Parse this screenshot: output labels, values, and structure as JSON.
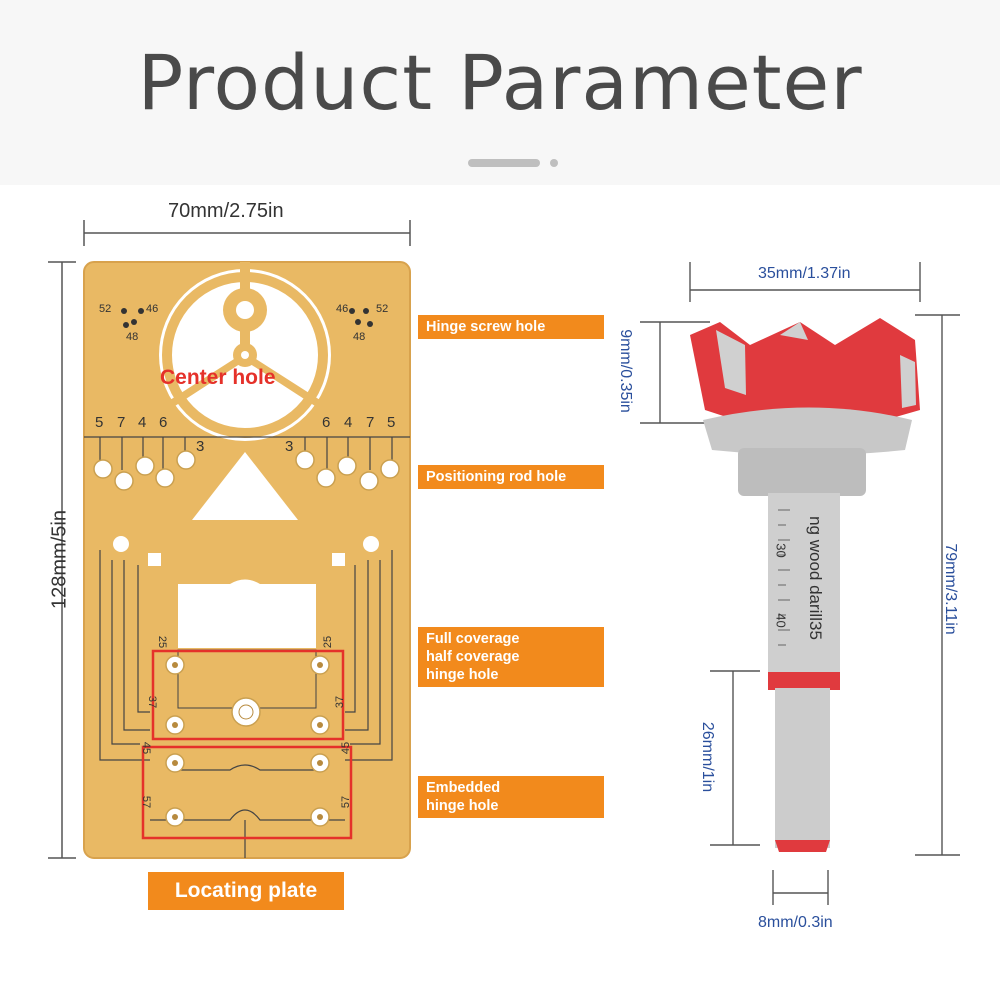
{
  "title": "Product Parameter",
  "plate": {
    "width_dim": "70mm/2.75in",
    "height_dim": "128mm/5in",
    "center_label": "Center hole",
    "caption": "Locating plate",
    "top_left_numbers": [
      "52",
      "46",
      "48"
    ],
    "top_right_numbers": [
      "46",
      "52",
      "48"
    ],
    "scale_left": [
      "5",
      "7",
      "4",
      "6",
      "3"
    ],
    "scale_right": [
      "3",
      "6",
      "4",
      "7",
      "5"
    ],
    "hole_marks": [
      "25",
      "25",
      "37",
      "37",
      "45",
      "45",
      "57",
      "57"
    ]
  },
  "callouts": {
    "hinge_screw": "Hinge screw hole",
    "positioning_rod": "Positioning rod hole",
    "full_coverage": [
      "Full coverage",
      "half coverage",
      "hinge hole"
    ],
    "embedded": [
      "Embedded",
      "hinge hole"
    ]
  },
  "bit": {
    "head_width": "35mm/1.37in",
    "cutter_height": "9mm/0.35in",
    "total_length": "79mm/3.11in",
    "shank_length": "26mm/1in",
    "shank_diameter": "8mm/0.3in",
    "engraving": "ng wood darill35",
    "scale_marks": [
      "30",
      "40"
    ]
  },
  "colors": {
    "plate": "#e9b964",
    "callout": "#f28a1c",
    "dim_blue": "#2a4f9c",
    "red_box": "#e5312a",
    "bit_red": "#e03a3e",
    "metal": "#c8c8c8"
  }
}
